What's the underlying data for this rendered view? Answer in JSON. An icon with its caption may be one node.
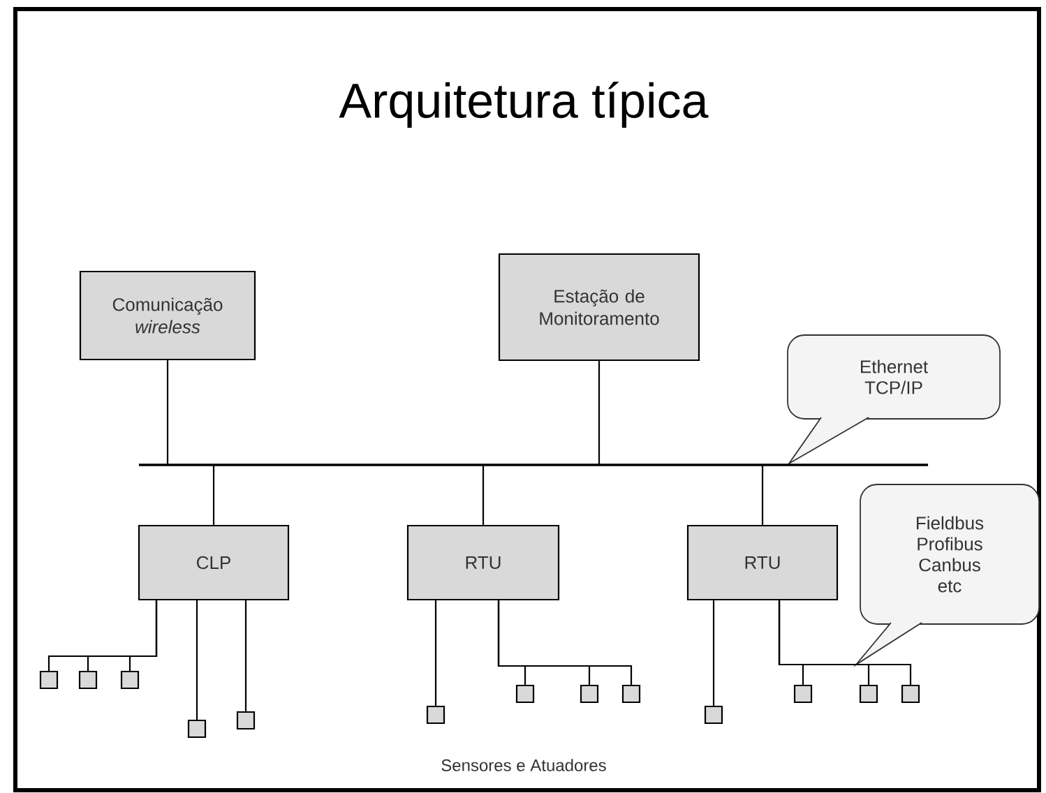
{
  "diagram": {
    "title": "Arquitetura típica",
    "nodes": [
      {
        "text": [
          "Comunicação *wireless*"
        ]
      },
      {
        "text": [
          "Estação de Monitoramento"
        ]
      },
      {
        "text": [
          "Ethernet TCP/IP"
        ]
      },
      {
        "text": [],
        "shape": "bar"
      },
      {
        "text": [
          "CLP"
        ]
      },
      {
        "text": [
          "RTU"
        ]
      },
      {
        "text": [
          "RTU"
        ]
      },
      {
        "text": [
          "Fieldbus Profibus Canbus etc"
        ]
      },
      {
        "text": [],
        "shape": "box"
      },
      {
        "text": [],
        "shape": "box"
      },
      {
        "text": [],
        "shape": "box"
      },
      {
        "text": [],
        "shape": "box"
      },
      {
        "text": [],
        "shape": "box"
      },
      {
        "text": [],
        "shape": "box"
      },
      {
        "text": [],
        "shape": "box"
      },
      {
        "text": [],
        "shape": "box"
      },
      {
        "text": [],
        "shape": "box"
      },
      {
        "text": [],
        "shape": "box"
      },
      {
        "text": [],
        "shape": "box"
      },
      {
        "text": [],
        "shape": "box"
      },
      {
        "text": [],
        "shape": "box"
      }
    ],
    "edges": [
      {
        "from": 0,
        "to": 3,
        "arrow": "none"
      },
      {
        "from": 1,
        "to": 3,
        "arrow": "none"
      },
      {
        "from": 3,
        "to": 4,
        "arrow": "none"
      },
      {
        "from": 3,
        "to": 5,
        "arrow": "none"
      },
      {
        "from": 3,
        "to": 6,
        "arrow": "none"
      },
      {
        "from": 4,
        "to": 8,
        "arrow": "none"
      },
      {
        "from": 4,
        "to": 9,
        "arrow": "none"
      },
      {
        "from": 4,
        "to": 10,
        "arrow": "none"
      },
      {
        "from": 4,
        "to": 11,
        "arrow": "none"
      },
      {
        "from": 4,
        "to": 12,
        "arrow": "none"
      },
      {
        "from": 5,
        "to": 13,
        "arrow": "none"
      },
      {
        "from": 5,
        "to": 14,
        "arrow": "none"
      },
      {
        "from": 5,
        "to": 15,
        "arrow": "none"
      },
      {
        "from": 5,
        "to": 16,
        "arrow": "none"
      },
      {
        "from": 6,
        "to": 17,
        "arrow": "none"
      },
      {
        "from": 6,
        "to": 18,
        "arrow": "none"
      },
      {
        "from": 6,
        "to": 19,
        "arrow": "none"
      },
      {
        "from": 6,
        "to": 20,
        "arrow": "none"
      }
    ],
    "labels": [
      "Sensores e Atuadores"
    ]
  }
}
